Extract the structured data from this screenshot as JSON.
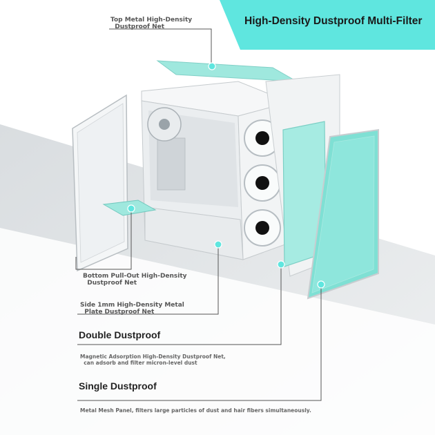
{
  "banner": {
    "title": "High-Density Dustproof Multi-Filter"
  },
  "callouts": {
    "top_net": "Top Metal High-Density\n  Dustproof Net",
    "bottom_net": "Bottom Pull-Out High-Density\n  Dustproof Net",
    "side_plate": "Side 1mm High-Density Metal\n  Plate Dustproof Net"
  },
  "sections": {
    "double": {
      "heading": "Double Dustproof",
      "description": "Magnetic Adsorption High-Density Dustproof Net,\n  can adsorb and filter micron-level dust"
    },
    "single": {
      "heading": "Single Dustproof",
      "description": "Metal Mesh Panel, filters large particles of dust and hair fibers simultaneously."
    }
  },
  "colors": {
    "accent": "#5fe6df",
    "filter": "#8ee6dc",
    "leader": "#555555"
  }
}
